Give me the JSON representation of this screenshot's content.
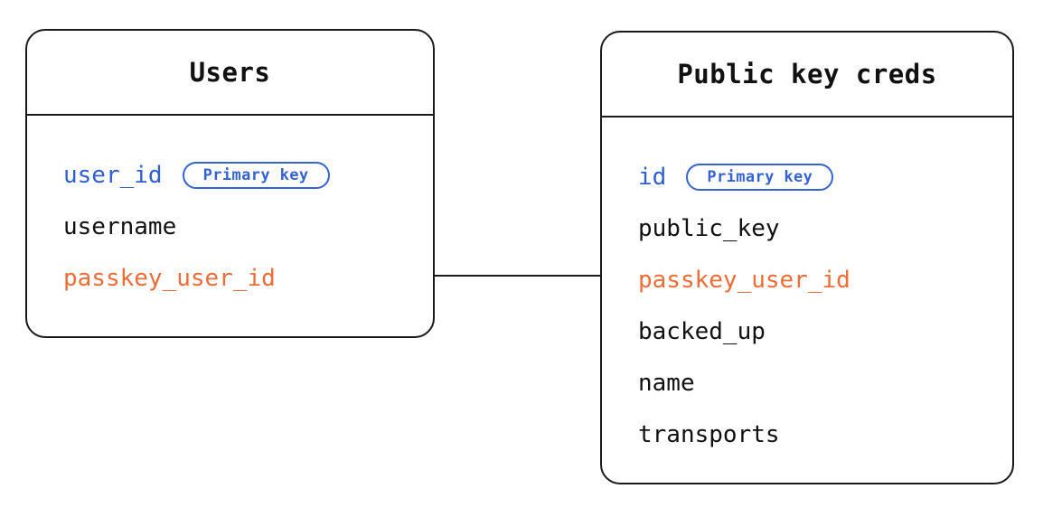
{
  "diagram": {
    "type": "entity-relationship-diagram",
    "background_color": "#ffffff",
    "colors": {
      "border": "#1a1a1a",
      "text": "#111111",
      "primary_key": "#2f5fd0",
      "foreign_key": "#ee6c36",
      "badge_border": "#3463d6",
      "connector": "#1a1a1a"
    },
    "entities": [
      {
        "id": "users",
        "title": "Users",
        "fields": [
          {
            "name": "user_id",
            "role": "pk",
            "badge": "Primary key"
          },
          {
            "name": "username",
            "role": "plain",
            "badge": null
          },
          {
            "name": "passkey_user_id",
            "role": "fk",
            "badge": null
          }
        ]
      },
      {
        "id": "public-key-creds",
        "title": "Public key creds",
        "fields": [
          {
            "name": "id",
            "role": "pk",
            "badge": "Primary key"
          },
          {
            "name": "public_key",
            "role": "plain",
            "badge": null
          },
          {
            "name": "passkey_user_id",
            "role": "fk",
            "badge": null
          },
          {
            "name": "backed_up",
            "role": "plain",
            "badge": null
          },
          {
            "name": "name",
            "role": "plain",
            "badge": null
          },
          {
            "name": "transports",
            "role": "plain",
            "badge": null
          }
        ]
      }
    ],
    "relationship": {
      "from": "users.passkey_user_id",
      "to": "public-key-creds.passkey_user_id",
      "style": "plain-line"
    }
  }
}
